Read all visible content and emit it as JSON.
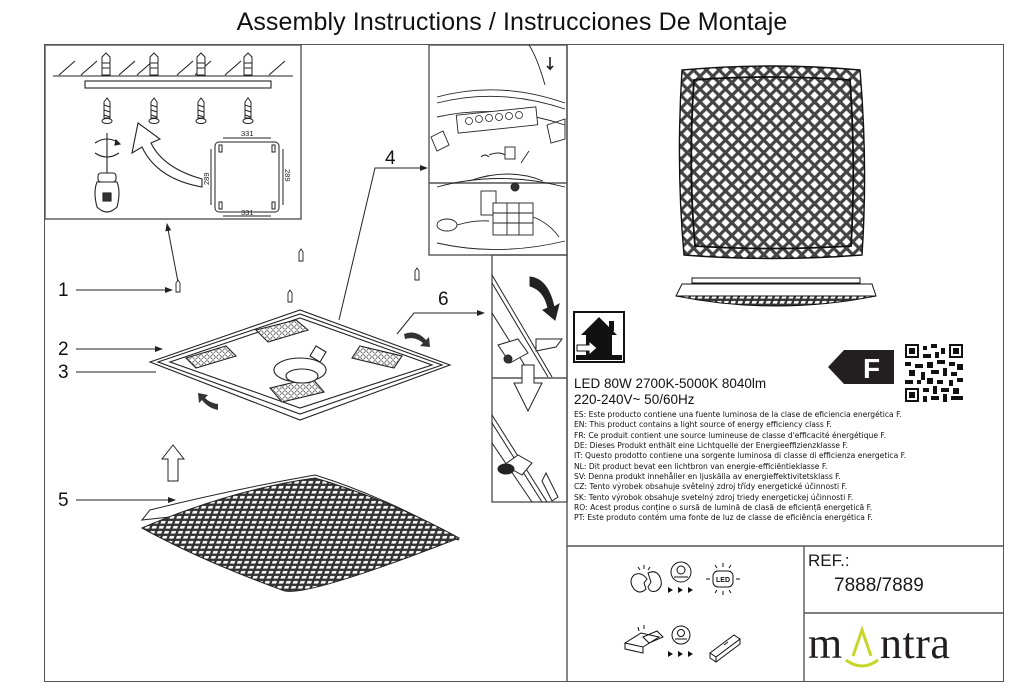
{
  "header": {
    "title": "Assembly Instructions / Instrucciones De Montaje"
  },
  "diagram": {
    "callouts": [
      "1",
      "2",
      "3",
      "4",
      "5",
      "6"
    ],
    "mounting_template": {
      "width_mm": "331",
      "height_mm": "289"
    }
  },
  "product": {
    "specs_line1": "LED 80W 2700K-5000K 8040lm",
    "specs_line2": "220-240V~ 50/60Hz",
    "energy_class": "F",
    "indoor_icon": "indoor-use-house-icon",
    "qr_icon": "qr-code-icon"
  },
  "notices": [
    "ES: Este producto contiene una fuente luminosa de la clase de eficiencia energética F.",
    "EN: This product contains a light source of energy efficiency class F.",
    "FR: Ce produit contient une source lumineuse de classe d'efficacité énergétique F.",
    "DE: Dieses Produkt enthält eine Lichtquelle der Energieeffizienzklasse F.",
    "IT: Questo prodotto contiene una sorgente luminosa di classe di efficienza energetica F.",
    "NL: Dit product bevat een lichtbron van energie-efficiëntieklasse F.",
    "SV: Denna produkt innehåller en ljuskälla av energieffektivitetsklass F.",
    "CZ: Tento výrobek obsahuje světelný zdroj třídy energetické účinnosti F.",
    "SK: Tento výrobok obsahuje svetelný zdroj triedy energetickej účinnosti F.",
    "RO: Acest produs conține o sursă de lumină de clasă de eficiență energetică F.",
    "PT: Este produto contém uma fonte de luz de classe de eficiência energética F."
  ],
  "replacement": {
    "row1": {
      "from": "broken-led-icon",
      "via": "technician-icon",
      "to": "new-led-icon",
      "led_text": "LED"
    },
    "row2": {
      "from": "broken-driver-icon",
      "via": "technician-icon",
      "to": "new-driver-icon"
    }
  },
  "ref": {
    "label": "REF.:",
    "value": "7888/7889"
  },
  "brand": {
    "name_left": "m",
    "name_right": "ntra",
    "accent_color": "#c8d62b"
  },
  "colors": {
    "line": "#333333",
    "border": "#555555"
  }
}
